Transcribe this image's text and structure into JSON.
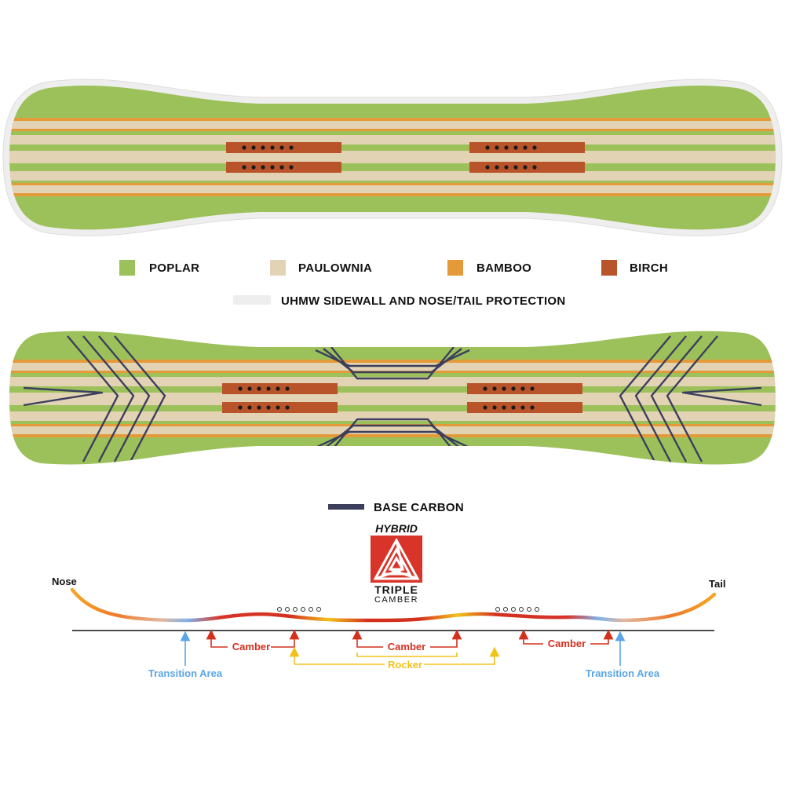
{
  "colors": {
    "poplar": "#9cc15a",
    "poplar_dark": "#8db34d",
    "paulownia": "#e3d3b5",
    "bamboo": "#e59a3a",
    "birch": "#b9532a",
    "uhmw": "#eeeeee",
    "carbon": "#3b3f5c",
    "camber_red": "#d4301e",
    "rocker_yellow": "#f2c21b",
    "transition_blue": "#5aa6e8",
    "logo_red": "#d8342a"
  },
  "legend": {
    "poplar": "POPLAR",
    "paulownia": "PAULOWNIA",
    "bamboo": "BAMBOO",
    "birch": "BIRCH",
    "uhmw": "UHMW SIDEWALL AND NOSE/TAIL PROTECTION",
    "base_carbon": "BASE CARBON"
  },
  "logo": {
    "top": "HYBRID",
    "line1": "TRIPLE",
    "line2": "CAMBER"
  },
  "profile": {
    "nose": "Nose",
    "tail": "Tail",
    "camber": "Camber",
    "rocker": "Rocker",
    "transition": "Transition Area"
  }
}
